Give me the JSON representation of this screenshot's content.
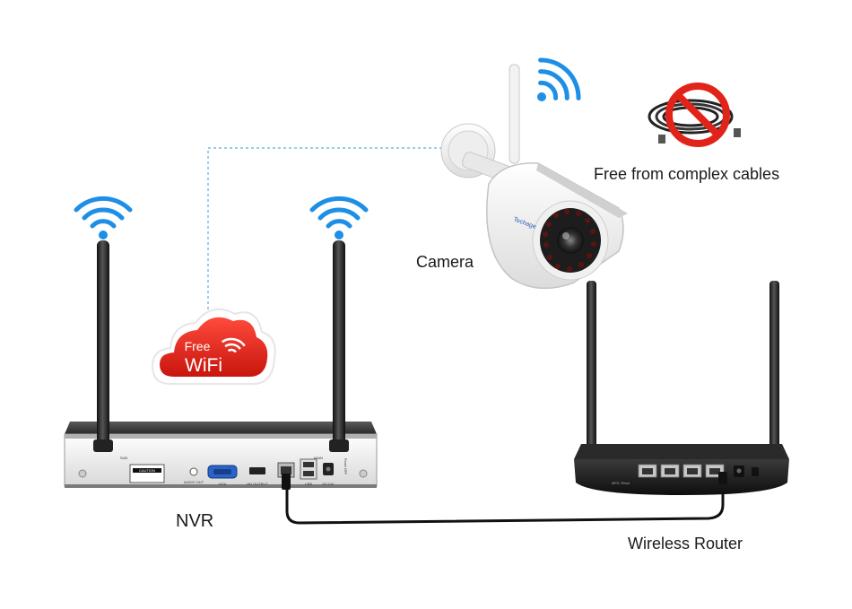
{
  "labels": {
    "nvr": "NVR",
    "camera": "Camera",
    "router": "Wireless Router",
    "cables": "Free from complex cables"
  },
  "badge": {
    "line1": "Free",
    "line2": "WiFi"
  },
  "camera_brand": "Techage",
  "nvr_panel": {
    "caution": "CAUTION",
    "audio_out": "AUDIO OUT",
    "vga": "VGA",
    "hd_output": "HD OUTPUT",
    "usb": "USB",
    "dc12v": "DC12V",
    "power": "Power OFF",
    "antenna_left": "SUB",
    "antenna_right": "MAIN"
  },
  "router_panel": {
    "wps": "WPS / Reset"
  },
  "icons": {
    "wifi_signal": "wifi-signal-icon",
    "no_cable": "no-cable-icon",
    "wifi_cloud": "wifi-cloud-icon"
  },
  "colors": {
    "wifi_blue": "#1e8fe6",
    "badge_red": "#e02a20",
    "device_black": "#1c1c1c",
    "link_dashed": "#5aaee8",
    "no_sign_red": "#e2231a"
  }
}
